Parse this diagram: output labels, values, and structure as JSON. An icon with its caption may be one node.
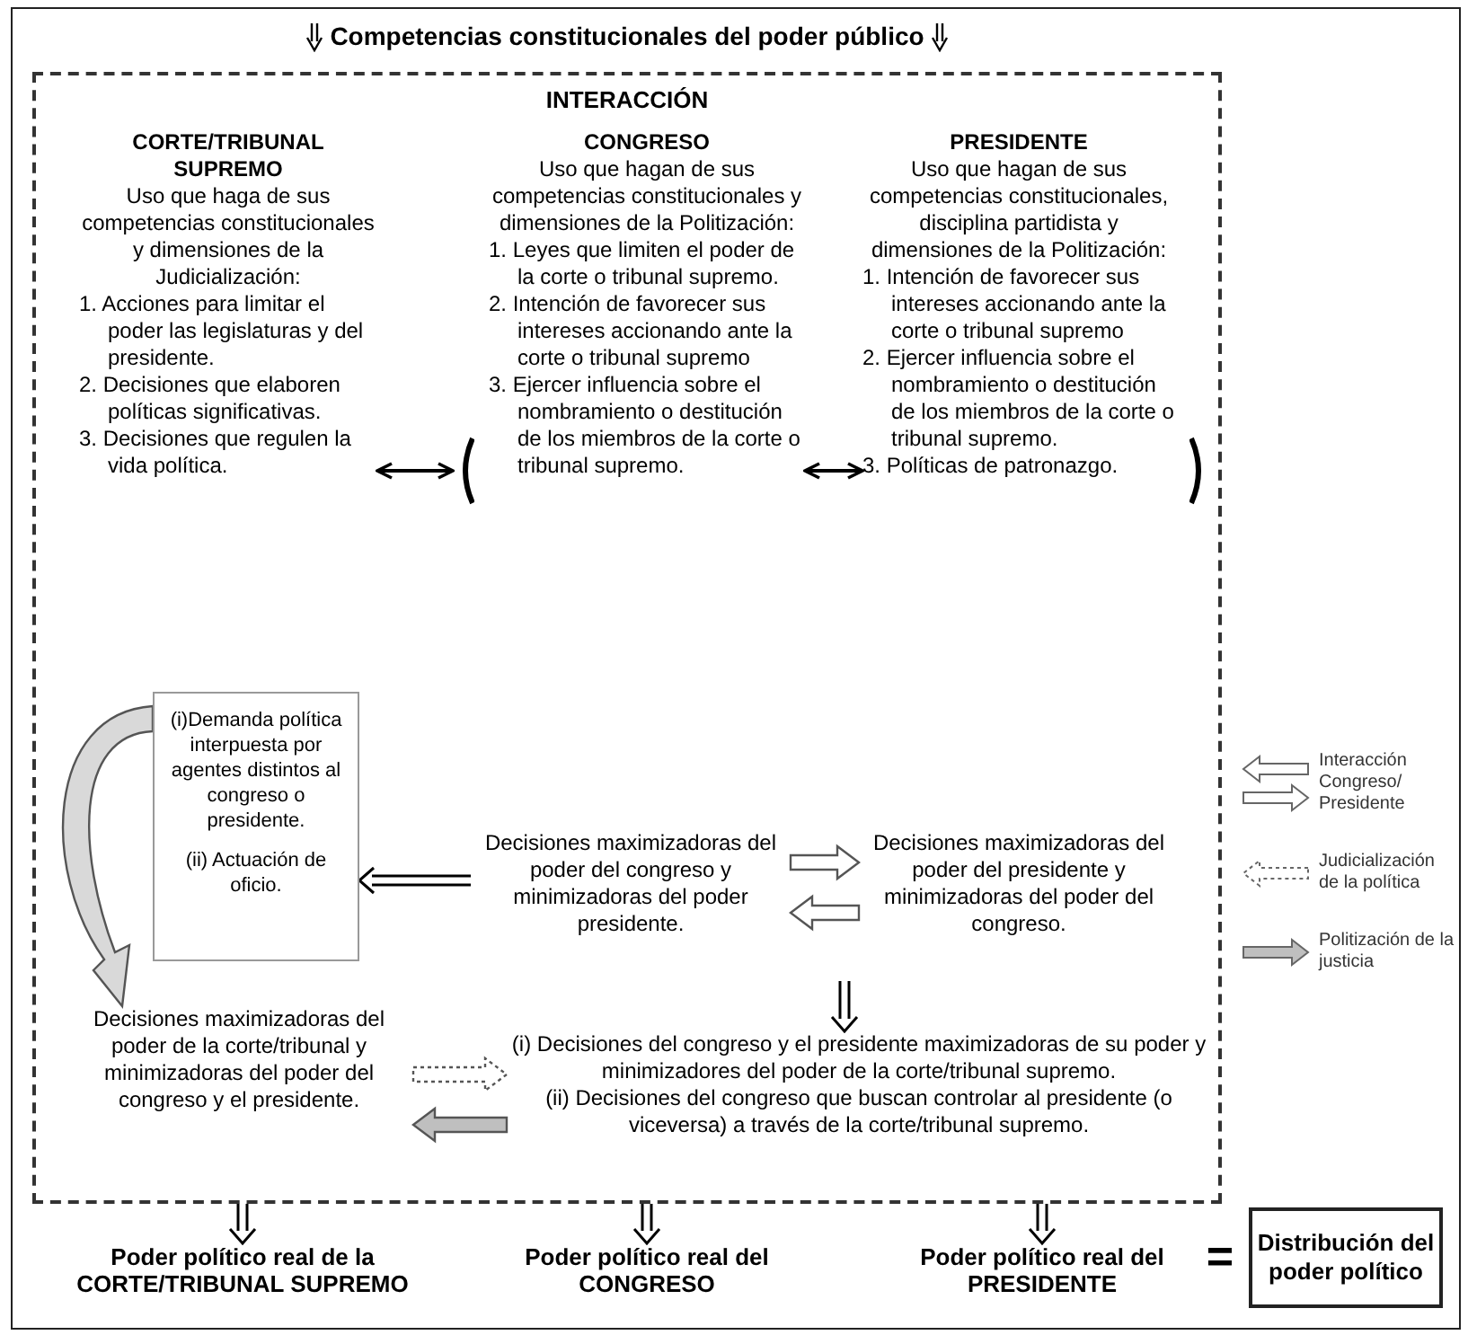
{
  "diagram": {
    "title": "Competencias constitucionales del poder público",
    "nodes": [
      {
        "text": [
          "INTERACCIÓN"
        ]
      },
      {
        "text": [
          "CORTE/TRIBUNAL SUPREMO",
          "Uso que haga de sus competencias constitucionales y dimensiones de la Judicialización:",
          "1. Acciones para limitar el poder las legislaturas y del presidente.",
          "2. Decisiones que elaboren políticas significativas.",
          "3. Decisiones que regulen la vida política."
        ],
        "in": 0
      },
      {
        "text": [
          "CONGRESO",
          "Uso que hagan de sus competencias constitucionales y dimensiones de la Politización:",
          "1. Leyes que limiten el poder de la corte o tribunal supremo.",
          "2. Intención de favorecer sus intereses accionando ante la corte o tribunal supremo",
          "3. Ejercer influencia sobre el nombramiento o destitución de los miembros de la corte o tribunal supremo."
        ],
        "in": 0
      },
      {
        "text": [
          "PRESIDENTE",
          "Uso que hagan de sus competencias constitucionales, disciplina partidista y dimensiones de la Politización:",
          "1. Intención de favorecer sus intereses accionando ante la corte o tribunal supremo",
          "2. Ejercer influencia sobre el nombramiento o destitución de los miembros de la corte o tribunal supremo.",
          "3. Políticas de patronazgo."
        ],
        "in": 0
      },
      {
        "text": [
          "(i)Demanda política interpuesta por agentes distintos al congreso o presidente.",
          "(ii) Actuación de oficio."
        ],
        "in": 0
      },
      {
        "text": [
          "Decisiones maximizadoras del poder del congreso y minimizadoras del poder presidente."
        ],
        "in": 0
      },
      {
        "text": [
          "Decisiones maximizadoras del poder del presidente y minimizadoras del poder del congreso."
        ],
        "in": 0
      },
      {
        "text": [
          "Decisiones maximizadoras del poder de la corte/tribunal y minimizadoras del poder del congreso y el presidente."
        ],
        "in": 0
      },
      {
        "text": [
          "(i) Decisiones del congreso y el presidente maximizadoras de su poder y minimizadores del poder de la corte/tribunal supremo.",
          "(ii) Decisiones del congreso que buscan controlar al presidente (o viceversa) a través de la corte/tribunal supremo."
        ],
        "in": 0
      },
      {
        "text": [
          "Poder político real de la CORTE/TRIBUNAL SUPREMO"
        ]
      },
      {
        "text": [
          "Poder político real del CONGRESO"
        ]
      },
      {
        "text": [
          "Poder político real del PRESIDENTE"
        ]
      },
      {
        "text": [
          "Distribución del poder político"
        ]
      }
    ],
    "edges": [
      {
        "from": 1,
        "to": 2,
        "arrow": "both"
      },
      {
        "from": 2,
        "to": 3,
        "arrow": "both"
      },
      {
        "from": 5,
        "to": 4,
        "arrow": "to"
      },
      {
        "from": 5,
        "to": 6,
        "arrow": "to",
        "style": "thick"
      },
      {
        "from": 6,
        "to": 5,
        "arrow": "to",
        "style": "thick"
      },
      {
        "from": null,
        "to": 8,
        "arrow": "to"
      },
      {
        "from": 4,
        "to": 7,
        "arrow": "to",
        "style": "thick",
        "color": "#d9d9d9"
      },
      {
        "from": 7,
        "to": 8,
        "arrow": "to",
        "style": "dashed"
      },
      {
        "from": 8,
        "to": 7,
        "arrow": "to",
        "style": "thick",
        "color": "#bfbfbf"
      },
      {
        "from": 0,
        "to": 9,
        "arrow": "to"
      },
      {
        "from": 0,
        "to": 10,
        "arrow": "to"
      },
      {
        "from": 0,
        "to": 11,
        "arrow": "to"
      }
    ],
    "labels": [
      "="
    ],
    "legend": [
      {
        "text": "Interacción Congreso/ Presidente"
      },
      {
        "text": "Judicialización de la política"
      },
      {
        "text": "Politización de la justicia"
      }
    ]
  }
}
